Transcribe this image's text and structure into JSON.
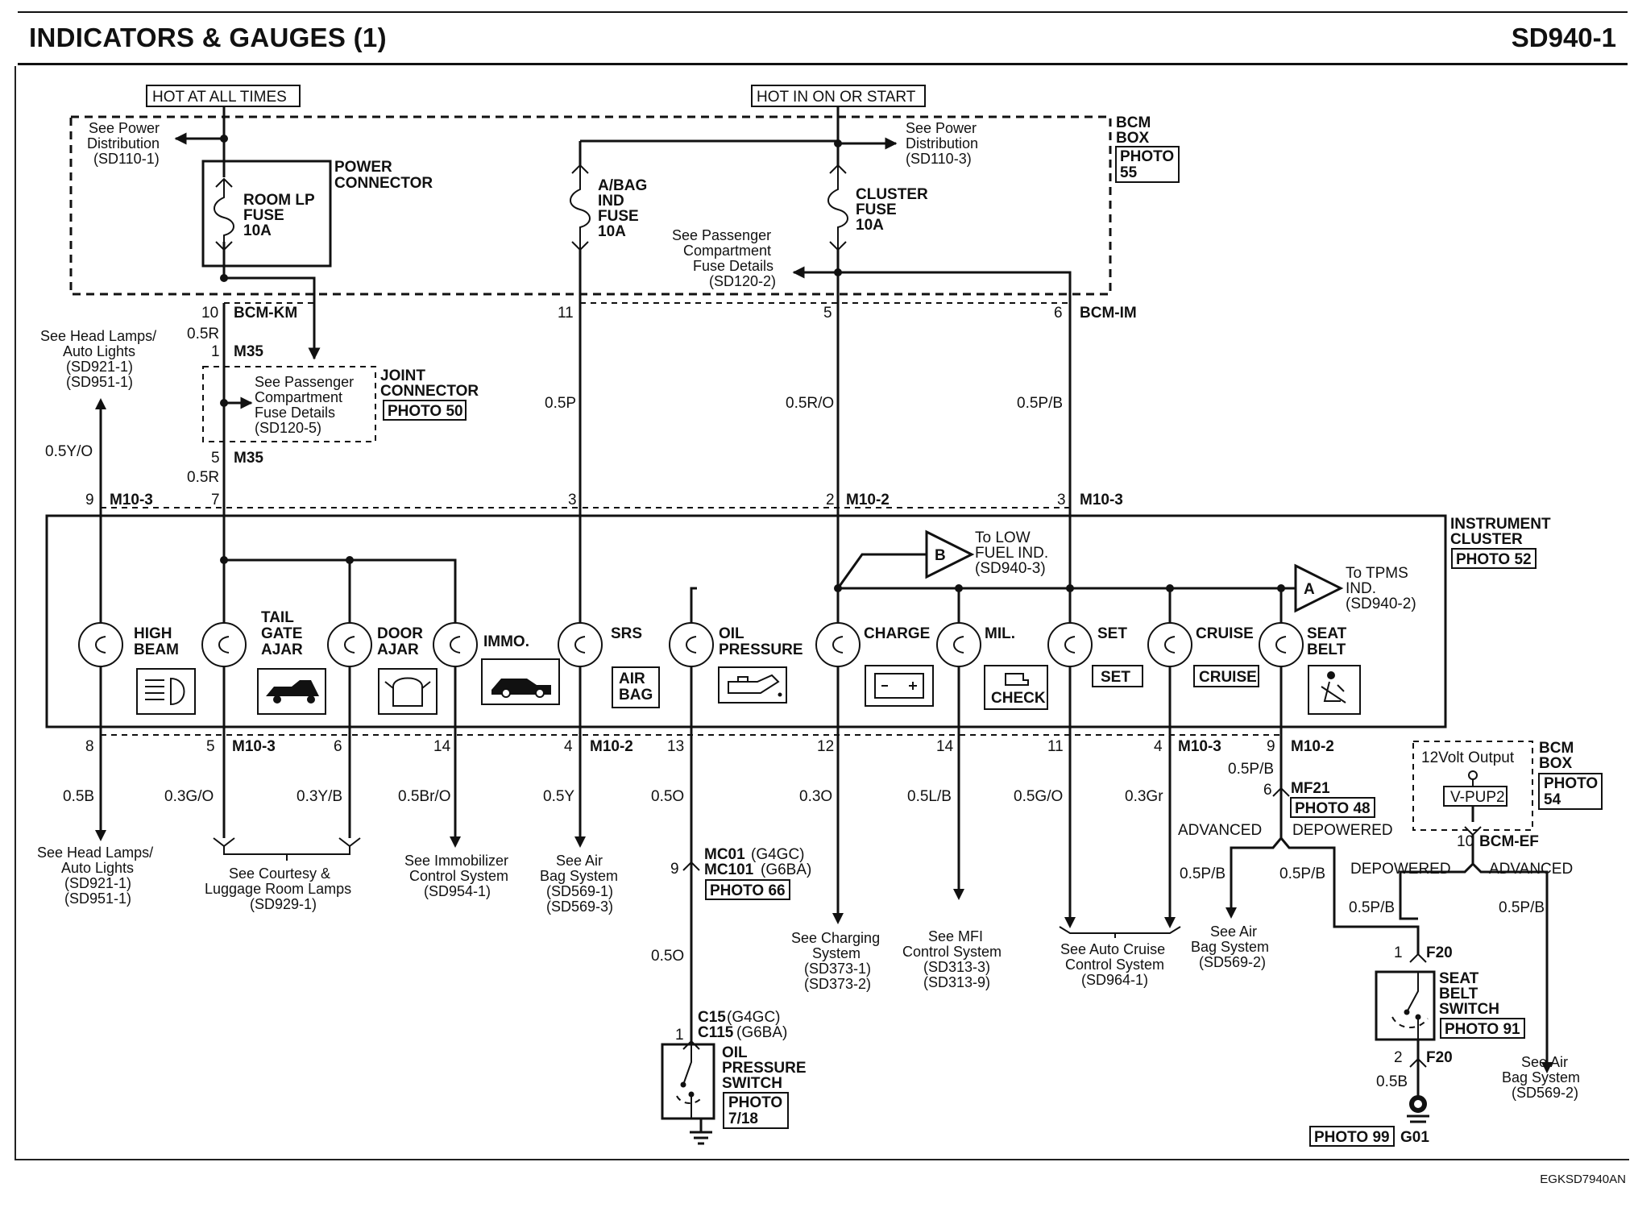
{
  "header": {
    "title": "INDICATORS & GAUGES (1)",
    "code": "SD940-1"
  },
  "footer": {
    "code": "EGKSD7940AN"
  },
  "power": {
    "hot_always": "HOT AT ALL TIMES",
    "hot_on": "HOT IN ON OR START",
    "see_power_1": [
      "See Power",
      "Distribution",
      "(SD110-1)"
    ],
    "see_power_3": [
      "See Power",
      "Distribution",
      "(SD110-3)"
    ],
    "power_connector": [
      "POWER",
      "CONNECTOR"
    ],
    "room_fuse": [
      "ROOM LP",
      "FUSE",
      "10A"
    ],
    "abag_fuse": [
      "A/BAG",
      "IND",
      "FUSE",
      "10A"
    ],
    "cluster_fuse": [
      "CLUSTER",
      "FUSE",
      "10A"
    ],
    "bcm_box": [
      "BCM",
      "BOX"
    ],
    "bcm_photo": [
      "PHOTO",
      "55"
    ],
    "pass_fuse_1": [
      "See Passenger",
      "Compartment",
      "Fuse Details",
      "(SD120-2)"
    ]
  },
  "connectors": {
    "bcm_km": "BCM-KM",
    "bcm_im": "BCM-IM",
    "m35": "M35",
    "m10_3": "M10-3",
    "m10_2": "M10-2",
    "joint": [
      "JOINT",
      "CONNECTOR"
    ],
    "joint_photo": "PHOTO 50",
    "pass_fuse_2": [
      "See Passenger",
      "Compartment",
      "Fuse Details",
      "(SD120-5)"
    ],
    "head_lamps_top": [
      "See Head Lamps/",
      "Auto Lights",
      "(SD921-1)",
      "(SD951-1)"
    ]
  },
  "cluster": {
    "label": [
      "INSTRUMENT",
      "CLUSTER"
    ],
    "photo": "PHOTO 52",
    "to_low_fuel": [
      "To LOW",
      "FUEL IND.",
      "(SD940-3)"
    ],
    "flag_b": "B",
    "to_tpms": [
      "To TPMS",
      "IND.",
      "(SD940-2)"
    ],
    "flag_a": "A",
    "lamps": [
      {
        "label": [
          "HIGH",
          "BEAM"
        ]
      },
      {
        "label": [
          "TAIL",
          "GATE",
          "AJAR"
        ]
      },
      {
        "label": [
          "DOOR",
          "AJAR"
        ]
      },
      {
        "label": [
          "IMMO."
        ]
      },
      {
        "label": [
          "SRS"
        ]
      },
      {
        "label": [
          "OIL",
          "PRESSURE"
        ]
      },
      {
        "label": [
          "CHARGE"
        ]
      },
      {
        "label": [
          "MIL."
        ]
      },
      {
        "label": [
          "SET"
        ]
      },
      {
        "label": [
          "CRUISE"
        ]
      },
      {
        "label": [
          "SEAT",
          "BELT"
        ]
      }
    ],
    "icon_airbag": [
      "AIR",
      "BAG"
    ],
    "icon_check": "CHECK",
    "icon_set": "SET",
    "icon_cruise": "CRUISE"
  },
  "pins_top": [
    {
      "pin": "10",
      "wire": "0.5R"
    },
    {
      "pin": "1"
    },
    {
      "pin": "5",
      "wire": "0.5R"
    },
    {
      "pin": "9",
      "wire": "0.5Y/O"
    },
    {
      "pin": "7"
    },
    {
      "pin": "11",
      "wire": "0.5P"
    },
    {
      "pin": "3"
    },
    {
      "pin": "5",
      "wire": "0.5R/O"
    },
    {
      "pin": "2"
    },
    {
      "pin": "6",
      "wire": "0.5P/B"
    },
    {
      "pin": "3"
    }
  ],
  "pins_bottom": [
    {
      "pin": "8",
      "wire": "0.5B"
    },
    {
      "pin": "5",
      "wire": "0.3G/O"
    },
    {
      "pin": "6",
      "wire": "0.3Y/B"
    },
    {
      "pin": "14",
      "wire": "0.5Br/O"
    },
    {
      "pin": "4",
      "wire": "0.5Y"
    },
    {
      "pin": "13",
      "wire": "0.5O"
    },
    {
      "pin": "12",
      "wire": "0.3O"
    },
    {
      "pin": "14",
      "wire": "0.5L/B"
    },
    {
      "pin": "11",
      "wire": "0.5G/O"
    },
    {
      "pin": "4",
      "wire": "0.3Gr"
    },
    {
      "pin": "9",
      "wire": "0.5P/B"
    }
  ],
  "refs": {
    "head_lamps_bottom": [
      "See Head Lamps/",
      "Auto Lights",
      "(SD921-1)",
      "(SD951-1)"
    ],
    "courtesy": [
      "See Courtesy &",
      "Luggage Room Lamps",
      "(SD929-1)"
    ],
    "immobilizer": [
      "See Immobilizer",
      "Control System",
      "(SD954-1)"
    ],
    "airbag": [
      "See Air",
      "Bag System",
      "(SD569-1)",
      "(SD569-3)"
    ],
    "charging": [
      "See Charging",
      "System",
      "(SD373-1)",
      "(SD373-2)"
    ],
    "mfi": [
      "See MFI",
      "Control System",
      "(SD313-3)",
      "(SD313-9)"
    ],
    "cruise": [
      "See Auto Cruise",
      "Control System",
      "(SD964-1)"
    ],
    "airbag2": [
      "See Air",
      "Bag System",
      "(SD569-2)"
    ],
    "airbag3": [
      "See Air",
      "Bag System",
      "(SD569-2)"
    ]
  },
  "oil": {
    "mc01": "MC01",
    "mc01_note": "(G4GC)",
    "mc101": "MC101",
    "mc101_note": "(G6BA)",
    "pin9": "9",
    "photo66": "PHOTO 66",
    "wire2": "0.5O",
    "c15": "C15",
    "c15_note": "(G4GC)",
    "c115": "C115",
    "c115_note": "(G6BA)",
    "pin1": "1",
    "switch": [
      "OIL",
      "PRESSURE",
      "SWITCH"
    ],
    "photo": [
      "PHOTO",
      "7/18"
    ]
  },
  "seatbelt": {
    "pin6": "6",
    "mf21": "MF21",
    "photo48": "PHOTO 48",
    "advanced": "ADVANCED",
    "depowered": "DEPOWERED",
    "wire": "0.5P/B",
    "bcm_12v": "12Volt Output",
    "vpup": "V-PUP2",
    "bcm_box": [
      "BCM",
      "BOX"
    ],
    "bcm_photo": [
      "PHOTO",
      "54"
    ],
    "pin10": "10",
    "bcm_ef": "BCM-EF",
    "pin1": "1",
    "f20": "F20",
    "switch": [
      "SEAT",
      "BELT",
      "SWITCH"
    ],
    "photo91": "PHOTO 91",
    "pin2": "2",
    "wire_b": "0.5B",
    "photo99": "PHOTO 99",
    "g01": "G01"
  }
}
